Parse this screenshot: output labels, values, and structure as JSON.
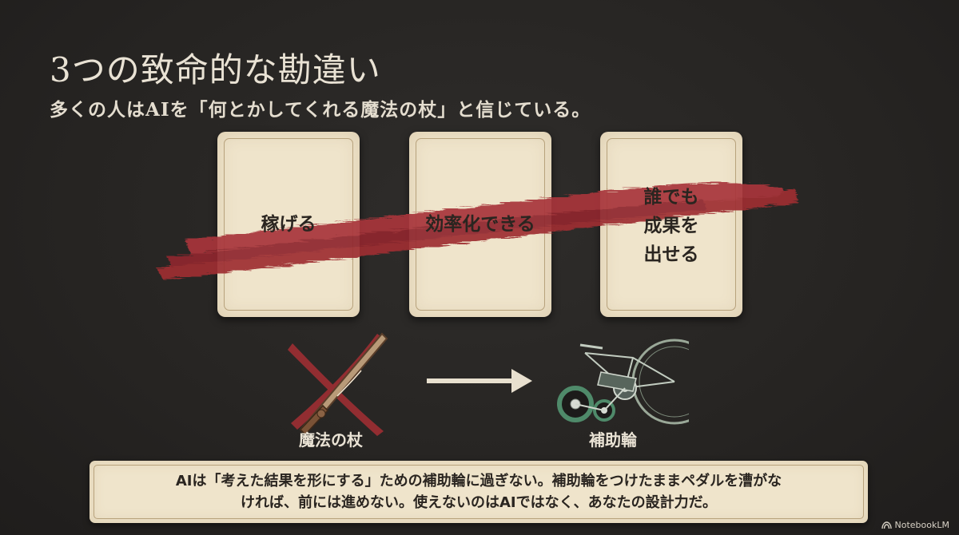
{
  "title": "3つの致命的な勘違い",
  "subtitle": "多くの人はAIを「何とかしてくれる魔法の杖」と信じている。",
  "cards": [
    {
      "lines": [
        "稼げる"
      ]
    },
    {
      "lines": [
        "効率化できる"
      ]
    },
    {
      "lines": [
        "誰でも",
        "成果を",
        "出せる"
      ]
    }
  ],
  "captions": {
    "wand": "魔法の杖",
    "bike": "補助輪"
  },
  "note": {
    "line1": "AIは「考えた結果を形にする」ための補助輪に過ぎない。補助輪をつけたままペダルを漕がな",
    "line2": "ければ、前には進めない。使えないのはAIではなく、あなたの設計力だ。"
  },
  "brand": {
    "name": "NotebookLM",
    "icon": "notebooklm-logo-icon"
  },
  "colors": {
    "background": "#262422",
    "card": "#efe4cb",
    "brush_stroke": "#9e2e33",
    "text_light": "#e9e2d4",
    "text_dark": "#2a2520"
  }
}
